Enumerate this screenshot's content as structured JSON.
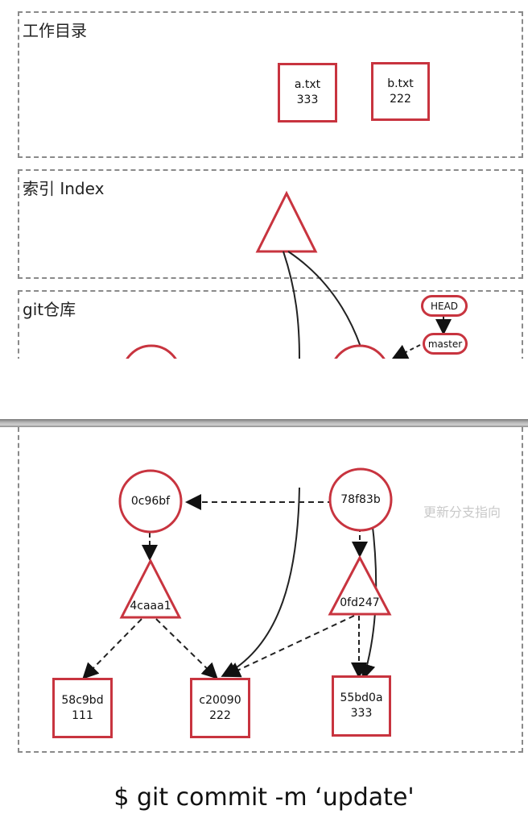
{
  "zones": {
    "working_dir": "工作目录",
    "index": "索引 Index",
    "repo": "git仓库"
  },
  "working_files": [
    {
      "name": "a.txt",
      "content": "333"
    },
    {
      "name": "b.txt",
      "content": "222"
    }
  ],
  "refs": {
    "head": "HEAD",
    "master": "master"
  },
  "commits": [
    {
      "id": "0c96bf"
    },
    {
      "id": "78f83b"
    }
  ],
  "trees": [
    {
      "id": "4caaa1"
    },
    {
      "id": "0fd247"
    }
  ],
  "blobs": [
    {
      "id": "58c9bd",
      "content": "111"
    },
    {
      "id": "c20090",
      "content": "222"
    },
    {
      "id": "55bd0a",
      "content": "333"
    }
  ],
  "faded_note": "更新分支指向",
  "caption": "$ git commit -m ‘update'",
  "colors": {
    "node_border": "#c8343f",
    "dashed_border": "#8a8a8a"
  }
}
